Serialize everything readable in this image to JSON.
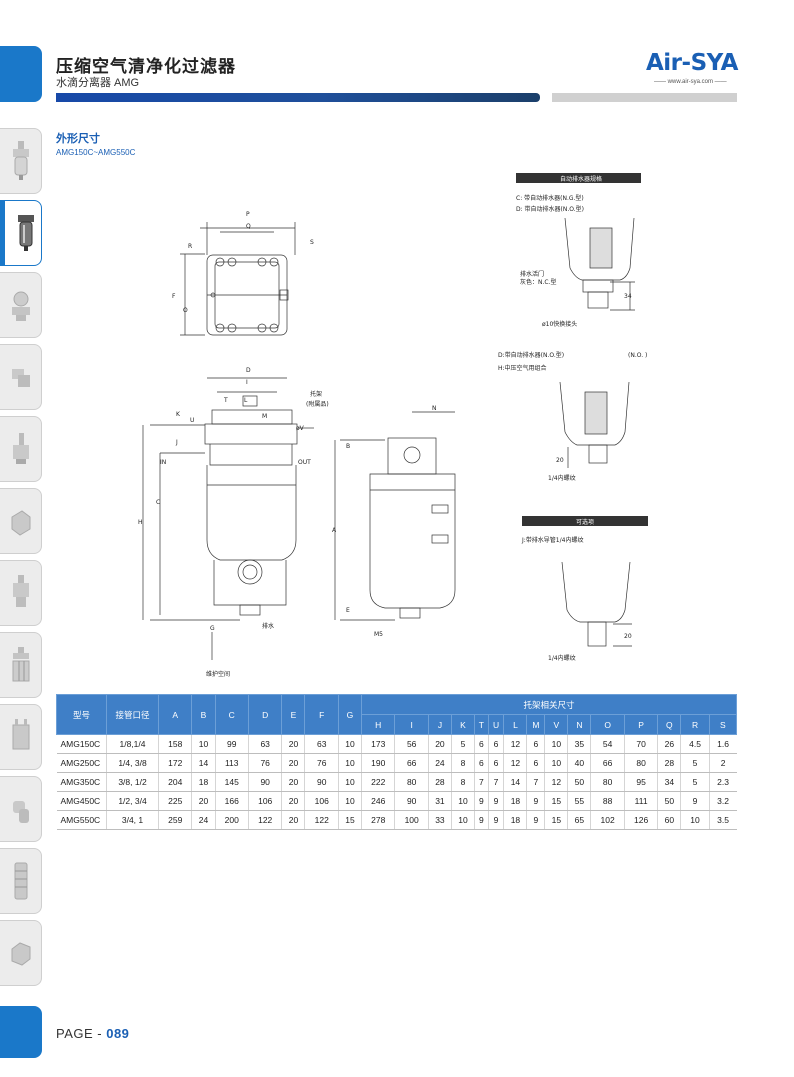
{
  "header": {
    "title": "压缩空气清净化过滤器",
    "subtitle": "水滴分离器 AMG",
    "logo": "Air-SYA",
    "logo_url": "—— www.air-sya.com ——"
  },
  "section": {
    "title": "外形尺寸",
    "models": "AMG150C~AMG550C"
  },
  "side_nav": {
    "icons": [
      "filter-regulator-icon",
      "filter-icon",
      "valve-icon",
      "fitting-icon",
      "solenoid-icon",
      "block-icon",
      "regulator-icon",
      "manifold-icon",
      "cylinder-icon",
      "elbow-icon",
      "silencer-icon",
      "quick-coupler-icon"
    ]
  },
  "drawing": {
    "labels": {
      "p": "P",
      "q": "Q",
      "r": "R",
      "s": "S",
      "f": "F",
      "o": "O",
      "d": "D",
      "i": "I",
      "t": "T",
      "l": "L",
      "m": "M",
      "k": "K",
      "u": "U",
      "j": "J",
      "in": "IN",
      "out": "OUT",
      "h": "H",
      "c": "C",
      "g": "G",
      "drain": "排水",
      "maint": "维护空间",
      "bracket1": "托架",
      "bracket2": "(附属品)",
      "phi_v": "øV",
      "n": "N",
      "b": "B",
      "a": "A",
      "e": "E",
      "m5": "M5"
    },
    "auto_drain": {
      "header": "自动排水器规格",
      "c": "C:  带自动排水器(N.G.型)",
      "d": "D:  带自动排水器(N.O.型)",
      "valve1": "排水活门",
      "valve2": "灰色：N.C.型",
      "dim34": "34",
      "fitting": "ø10快换接头"
    },
    "no_type": {
      "d": "D:带自动排水器(N.O.型)",
      "h": "H:中压空气用组合",
      "tag": "(N.O. )",
      "dim20": "20",
      "thread": "1/4内螺纹"
    },
    "optional": {
      "header": "可选项",
      "j": "J:带排水导管1/4内螺纹",
      "dim20": "20",
      "thread": "1/4内螺纹"
    }
  },
  "table": {
    "headers": {
      "model": "型号",
      "port": "接管口径",
      "cols": [
        "A",
        "B",
        "C",
        "D",
        "E",
        "F",
        "G"
      ],
      "bracket_group": "托架相关尺寸",
      "bracket_cols": [
        "H",
        "I",
        "J",
        "K",
        "T",
        "U",
        "L",
        "M",
        "V",
        "N",
        "O",
        "P",
        "Q",
        "R",
        "S"
      ]
    },
    "rows": [
      [
        "AMG150C",
        "1/8,1/4",
        "158",
        "10",
        "99",
        "63",
        "20",
        "63",
        "10",
        "173",
        "56",
        "20",
        "5",
        "6",
        "6",
        "12",
        "6",
        "10",
        "35",
        "54",
        "70",
        "26",
        "4.5",
        "1.6"
      ],
      [
        "AMG250C",
        "1/4, 3/8",
        "172",
        "14",
        "113",
        "76",
        "20",
        "76",
        "10",
        "190",
        "66",
        "24",
        "8",
        "6",
        "6",
        "12",
        "6",
        "10",
        "40",
        "66",
        "80",
        "28",
        "5",
        "2"
      ],
      [
        "AMG350C",
        "3/8, 1/2",
        "204",
        "18",
        "145",
        "90",
        "20",
        "90",
        "10",
        "222",
        "80",
        "28",
        "8",
        "7",
        "7",
        "14",
        "7",
        "12",
        "50",
        "80",
        "95",
        "34",
        "5",
        "2.3"
      ],
      [
        "AMG450C",
        "1/2, 3/4",
        "225",
        "20",
        "166",
        "106",
        "20",
        "106",
        "10",
        "246",
        "90",
        "31",
        "10",
        "9",
        "9",
        "18",
        "9",
        "15",
        "55",
        "88",
        "111",
        "50",
        "9",
        "3.2"
      ],
      [
        "AMG550C",
        "3/4, 1",
        "259",
        "24",
        "200",
        "122",
        "20",
        "122",
        "15",
        "278",
        "100",
        "33",
        "10",
        "9",
        "9",
        "18",
        "9",
        "15",
        "65",
        "102",
        "126",
        "60",
        "10",
        "3.5"
      ]
    ]
  },
  "footer": {
    "page_prefix": "PAGE - ",
    "page_number": "089"
  },
  "colors": {
    "brand_blue": "#1a5fb4",
    "tab_blue": "#1a78c9",
    "table_header": "#3f7fc7"
  }
}
